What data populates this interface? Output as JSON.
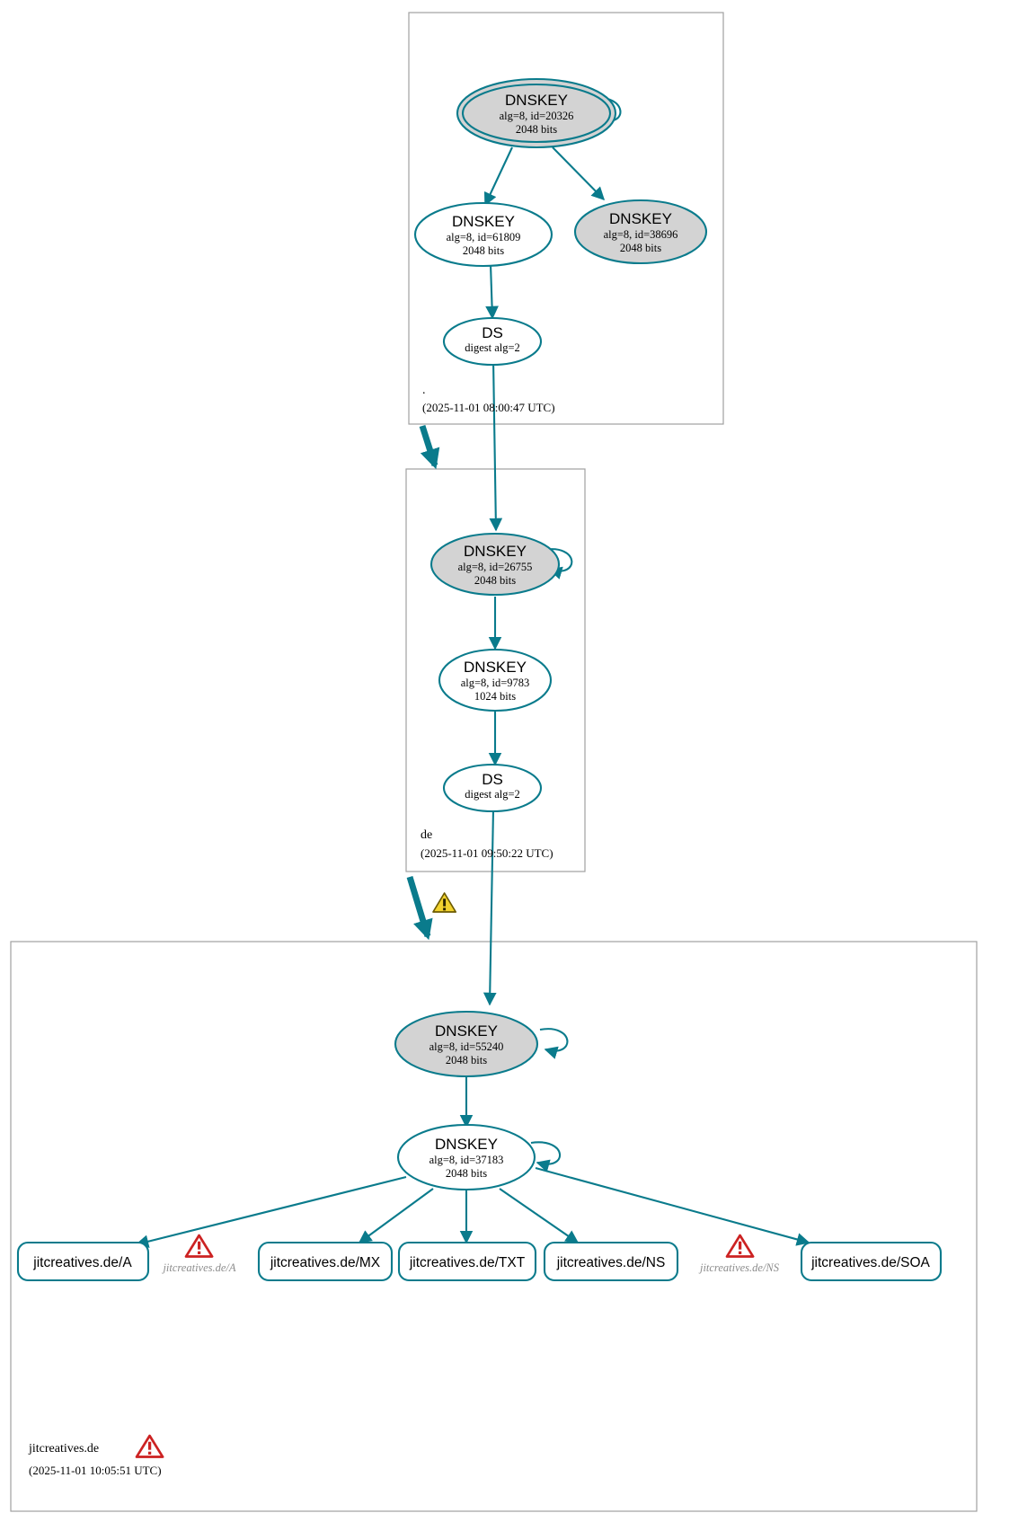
{
  "diagram": {
    "title": "DNSSEC authentication chain for jitcreatives.de",
    "accent_color": "#0a7b8c",
    "node_fill_secure": "#d3d3d3",
    "node_fill_plain": "#ffffff",
    "warning_color": "#cc2222",
    "zone_border_color": "#a0a0a0"
  },
  "zones": [
    {
      "name": "root",
      "label": ".",
      "timestamp": "(2025-11-01 08:00:47 UTC)",
      "nodes": [
        {
          "id": "root-ksk",
          "type": "DNSKEY",
          "title": "DNSKEY",
          "line2": "alg=8, id=20326",
          "line3": "2048 bits",
          "alg": 8,
          "key_id": 20326,
          "bits": 2048,
          "fill": "shaded",
          "double_ring": true,
          "self_sign": true
        },
        {
          "id": "root-zsk",
          "type": "DNSKEY",
          "title": "DNSKEY",
          "line2": "alg=8, id=61809",
          "line3": "2048 bits",
          "alg": 8,
          "key_id": 61809,
          "bits": 2048,
          "fill": "plain",
          "double_ring": false,
          "self_sign": false
        },
        {
          "id": "root-zsk2",
          "type": "DNSKEY",
          "title": "DNSKEY",
          "line2": "alg=8, id=38696",
          "line3": "2048 bits",
          "alg": 8,
          "key_id": 38696,
          "bits": 2048,
          "fill": "shaded",
          "double_ring": false,
          "self_sign": false
        },
        {
          "id": "root-ds",
          "type": "DS",
          "title": "DS",
          "line2": "digest alg=2",
          "line3": "",
          "digest_alg": 2,
          "fill": "plain",
          "double_ring": false,
          "self_sign": false
        }
      ]
    },
    {
      "name": "de",
      "label": "de",
      "timestamp": "(2025-11-01 09:50:22 UTC)",
      "nodes": [
        {
          "id": "de-ksk",
          "type": "DNSKEY",
          "title": "DNSKEY",
          "line2": "alg=8, id=26755",
          "line3": "2048 bits",
          "alg": 8,
          "key_id": 26755,
          "bits": 2048,
          "fill": "shaded",
          "double_ring": false,
          "self_sign": true
        },
        {
          "id": "de-zsk",
          "type": "DNSKEY",
          "title": "DNSKEY",
          "line2": "alg=8, id=9783",
          "line3": "1024 bits",
          "alg": 8,
          "key_id": 9783,
          "bits": 1024,
          "fill": "plain",
          "double_ring": false,
          "self_sign": false
        },
        {
          "id": "de-ds",
          "type": "DS",
          "title": "DS",
          "line2": "digest alg=2",
          "line3": "",
          "digest_alg": 2,
          "fill": "plain",
          "double_ring": false,
          "self_sign": false
        }
      ]
    },
    {
      "name": "jitcreatives.de",
      "label": "jitcreatives.de",
      "timestamp": "(2025-11-01 10:05:51 UTC)",
      "has_warning_icon": true,
      "nodes": [
        {
          "id": "jit-ksk",
          "type": "DNSKEY",
          "title": "DNSKEY",
          "line2": "alg=8, id=55240",
          "line3": "2048 bits",
          "alg": 8,
          "key_id": 55240,
          "bits": 2048,
          "fill": "shaded",
          "double_ring": false,
          "self_sign": true
        },
        {
          "id": "jit-zsk",
          "type": "DNSKEY",
          "title": "DNSKEY",
          "line2": "alg=8, id=37183",
          "line3": "2048 bits",
          "alg": 8,
          "key_id": 37183,
          "bits": 2048,
          "fill": "plain",
          "double_ring": false,
          "self_sign": true
        }
      ],
      "rrsets": [
        {
          "id": "rr-a",
          "label": "jitcreatives.de/A"
        },
        {
          "id": "rr-mx",
          "label": "jitcreatives.de/MX"
        },
        {
          "id": "rr-txt",
          "label": "jitcreatives.de/TXT"
        },
        {
          "id": "rr-ns",
          "label": "jitcreatives.de/NS"
        },
        {
          "id": "rr-soa",
          "label": "jitcreatives.de/SOA"
        }
      ],
      "warnings": [
        {
          "id": "warn-a",
          "label": "jitcreatives.de/A"
        },
        {
          "id": "warn-ns",
          "label": "jitcreatives.de/NS"
        }
      ]
    }
  ],
  "icons": {
    "warning": "warning-triangle-icon",
    "delegation_insecure": "warning-triangle-icon"
  }
}
